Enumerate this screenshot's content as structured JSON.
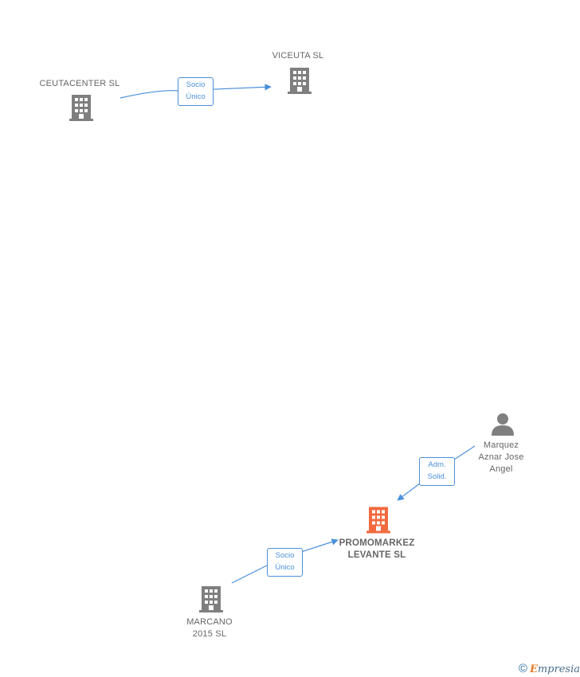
{
  "nodes": {
    "ceutacenter": {
      "label": "CEUTACENTER SL",
      "type": "company"
    },
    "viceuta": {
      "label": "VICEUTA  SL",
      "type": "company"
    },
    "promomarkez": {
      "label_line1": "PROMOMARKEZ",
      "label_line2": "LEVANTE  SL",
      "type": "company-main"
    },
    "marcano": {
      "label_line1": "MARCANO",
      "label_line2": "2015  SL",
      "type": "company"
    },
    "marquez": {
      "label_line1": "Marquez",
      "label_line2": "Aznar Jose",
      "label_line3": "Angel",
      "type": "person"
    }
  },
  "edges": [
    {
      "from": "ceutacenter",
      "to": "viceuta",
      "line1": "Socio",
      "line2": "Único"
    },
    {
      "from": "marquez",
      "to": "promomarkez",
      "line1": "Adm.",
      "line2": "Solid."
    },
    {
      "from": "marcano",
      "to": "promomarkez",
      "line1": "Socio",
      "line2": "Único"
    }
  ],
  "colors": {
    "company_icon": "#7f7f7f",
    "main_icon": "#f26a3d",
    "edge": "#4a90d9",
    "text": "#666666"
  },
  "footer": {
    "copyright_symbol": "©",
    "brand_first": "E",
    "brand_rest": "mpresia"
  }
}
